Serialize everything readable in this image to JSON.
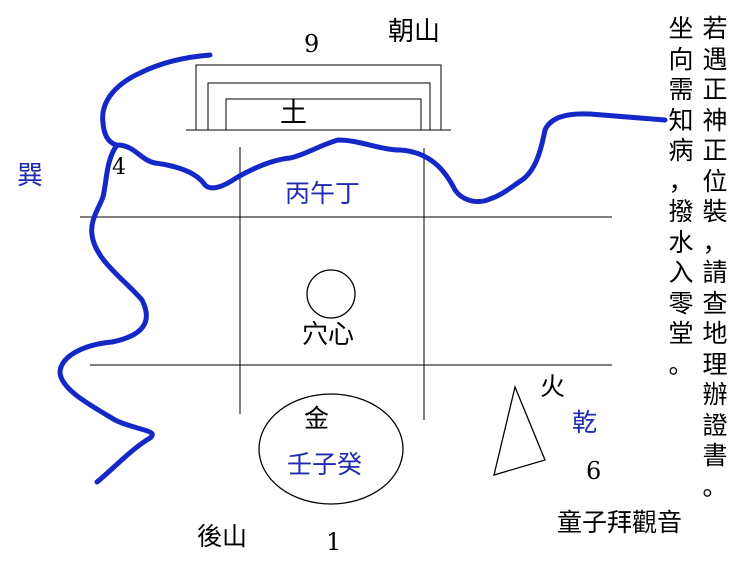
{
  "labels": {
    "front_mountain": "朝山",
    "number_top": "9",
    "earth": "土",
    "xun": "巽",
    "number_left": "4",
    "bing_wu_ding": "丙午丁",
    "xue_xin": "穴心",
    "fire": "火",
    "qian": "乾",
    "number_right": "6",
    "metal": "金",
    "ren_zi_gui": "壬子癸",
    "back_mountain": "後山",
    "number_bottom": "1",
    "caption": "童子拜觀音"
  },
  "verse": {
    "column_right": [
      "若",
      "遇",
      "正",
      "神",
      "正",
      "位",
      "裝",
      "，",
      "請",
      "查",
      "地",
      "理",
      "辦",
      "證",
      "書",
      "。"
    ],
    "column_left": [
      "坐",
      "向",
      "需",
      "知",
      "病",
      "，",
      "撥",
      "水",
      "入",
      "零",
      "堂",
      "。"
    ]
  },
  "colors": {
    "water": "#1428c8",
    "blue_text": "#1f2bb0",
    "line": "#000000"
  }
}
